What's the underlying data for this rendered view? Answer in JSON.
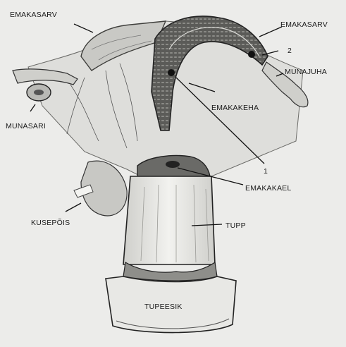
{
  "figure": {
    "labels": {
      "horn_left": "EMAKASARV",
      "horn_right": "EMAKASARV",
      "num_2": "2",
      "tube": "MUNAJUHA",
      "body": "EMAKAKEHA",
      "ovary": "MUNASARI",
      "num_1": "1",
      "cervix": "EMAKAKAEL",
      "ureter": "KUSEPÕIS",
      "vagina": "TUPP",
      "vestibule": "TUPEESIK"
    }
  }
}
